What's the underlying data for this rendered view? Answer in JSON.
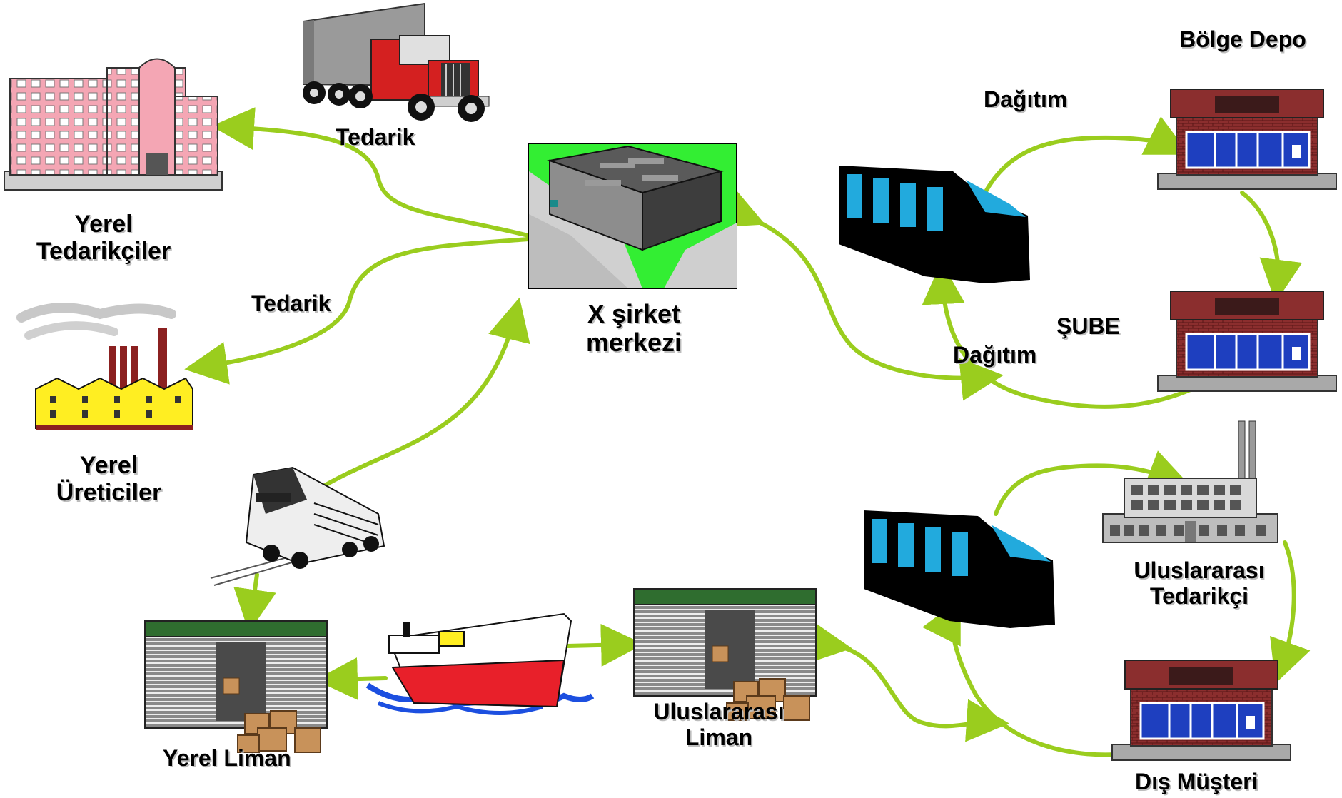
{
  "labels": {
    "tedarik_top": "Tedarik",
    "tedarik_left": "Tedarik",
    "yerel_tedarikciler": [
      "Yerel",
      "Tedarikçiler"
    ],
    "yerel_ureticiler": [
      "Yerel",
      "Üreticiler"
    ],
    "merkez": [
      "X şirket",
      "merkezi"
    ],
    "dagitim_top": "Dağıtım",
    "dagitim_mid": "Dağıtım",
    "bolge_depo": "Bölge Depo",
    "sube": "ŞUBE",
    "uluslararasi_tedarikci": [
      "Uluslararası",
      "Tedarikçi"
    ],
    "dis_musteri": "Dış Müşteri",
    "uluslararasi_liman": [
      "Uluslararası",
      "Liman"
    ],
    "yerel_liman": "Yerel Liman"
  },
  "colors": {
    "arrow": "#9ACD1E",
    "building_green": "#33EE33",
    "truck_body": "#000000",
    "truck_window": "#22AADD",
    "store_brick": "#8B2E2E",
    "store_window": "#1E3FBF",
    "factory_yellow": "#FFEE22",
    "tower_pink": "#F4A6B4",
    "ship_red": "#E8202A",
    "water_blue": "#1C4FE0"
  },
  "icons": [
    "tower-building-icon",
    "semi-truck-icon",
    "warehouse-hq-icon",
    "factory-icon",
    "train-icon",
    "port-warehouse-icon",
    "cargo-ship-icon",
    "delivery-truck-icon",
    "store-icon",
    "intl-factory-icon"
  ]
}
